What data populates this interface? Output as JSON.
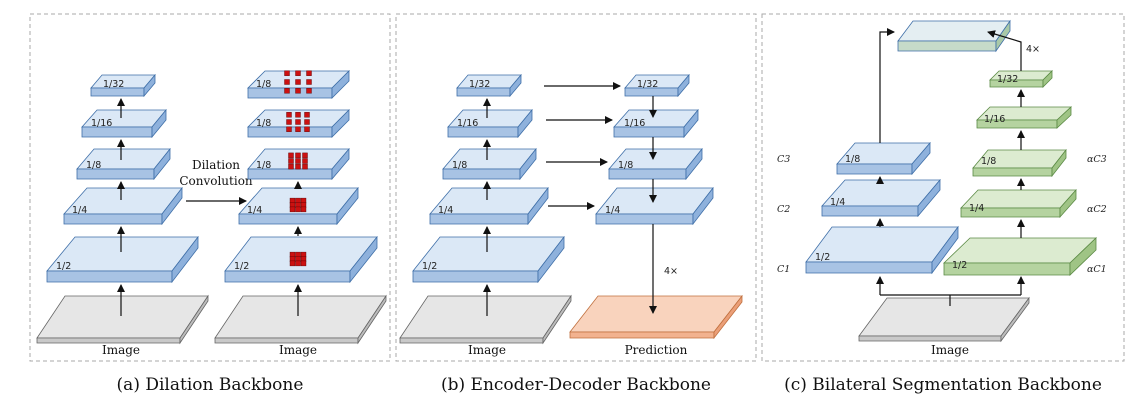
{
  "panels": [
    {
      "caption": "(a) Dilation Backbone",
      "left_column": {
        "layers": [
          "1/32",
          "1/16",
          "1/8",
          "1/4",
          "1/2"
        ],
        "input": "Image"
      },
      "right_column": {
        "layers": [
          "1/8",
          "1/8",
          "1/8",
          "1/4",
          "1/2"
        ],
        "input": "Image"
      },
      "transition": [
        "Dilation",
        "Convolution"
      ]
    },
    {
      "caption": "(b) Encoder-Decoder Backbone",
      "encoder": {
        "layers": [
          "1/32",
          "1/16",
          "1/8",
          "1/4",
          "1/2"
        ],
        "input": "Image"
      },
      "decoder": {
        "layers": [
          "1/32",
          "1/16",
          "1/8",
          "1/4"
        ],
        "upsample": "4×",
        "output": "Prediction"
      }
    },
    {
      "caption": "(c) Bilateral Segmentation Backbone",
      "left_branch": {
        "layers": [
          "1/8",
          "1/4",
          "1/2"
        ],
        "channels": [
          "C3",
          "C2",
          "C1"
        ]
      },
      "right_branch": {
        "layers": [
          "1/32",
          "1/16",
          "1/8",
          "1/4",
          "1/2"
        ],
        "channels": [
          "αC3",
          "αC2",
          "αC1"
        ]
      },
      "upsample": "4×",
      "input": "Image"
    }
  ],
  "colors": {
    "blue_top": "#dbe8f6",
    "blue_side": "#a8c3e4",
    "green_top": "#dcebd0",
    "green_side": "#b5d3a0",
    "grey_top": "#e6e6e6",
    "peach_top": "#f9d3bd",
    "dilation_red": "#cc1111"
  }
}
